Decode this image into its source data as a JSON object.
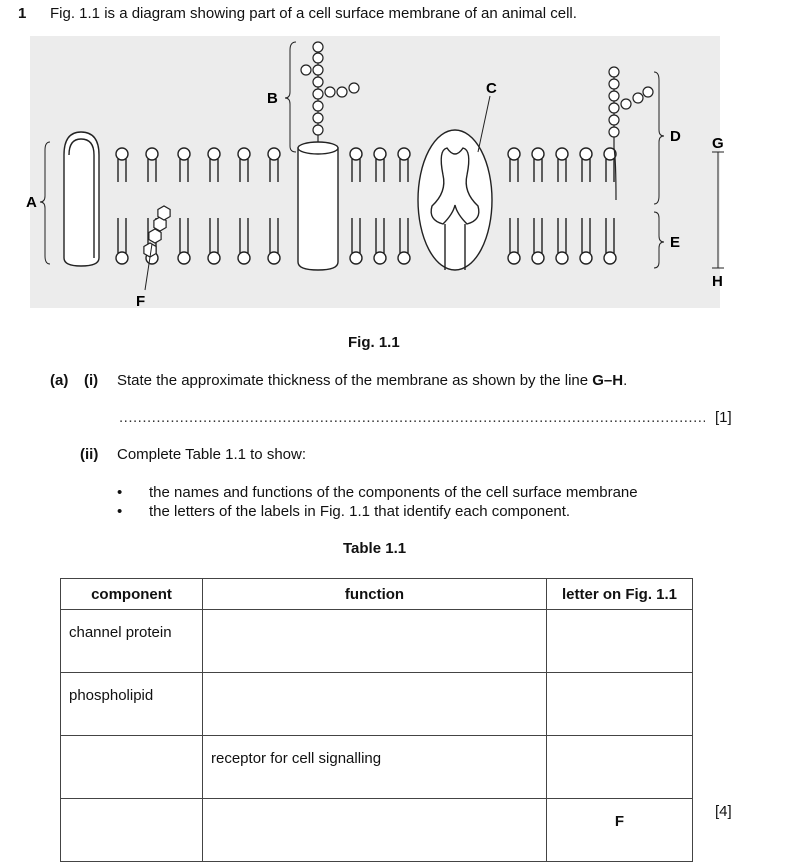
{
  "question": {
    "number": "1",
    "intro": "Fig. 1.1 is a diagram showing part of a cell surface membrane of an animal cell."
  },
  "figure": {
    "labels": {
      "A": "A",
      "B": "B",
      "C": "C",
      "D": "D",
      "E": "E",
      "F": "F",
      "G": "G",
      "H": "H"
    },
    "caption": "Fig. 1.1"
  },
  "part_a": {
    "label": "(a)",
    "i": {
      "label": "(i)",
      "text_before": "State the approximate thickness of the membrane as shown by the line ",
      "text_bold": "G–H",
      "text_after": ".",
      "answer_dots": "................................................................................................................................",
      "marks": "[1]"
    },
    "ii": {
      "label": "(ii)",
      "text": "Complete Table 1.1 to show:",
      "bullets": [
        "the names and functions of the components of the cell surface membrane",
        "the letters of the labels in Fig. 1.1 that identify each component."
      ],
      "bullet_char": "•"
    }
  },
  "table": {
    "title": "Table 1.1",
    "headers": [
      "component",
      "function",
      "letter on Fig. 1.1"
    ],
    "rows": [
      [
        "channel protein",
        "",
        ""
      ],
      [
        "phospholipid",
        "",
        ""
      ],
      [
        "",
        "receptor for cell signalling",
        ""
      ],
      [
        "",
        "",
        "F"
      ]
    ],
    "marks": "[4]"
  }
}
